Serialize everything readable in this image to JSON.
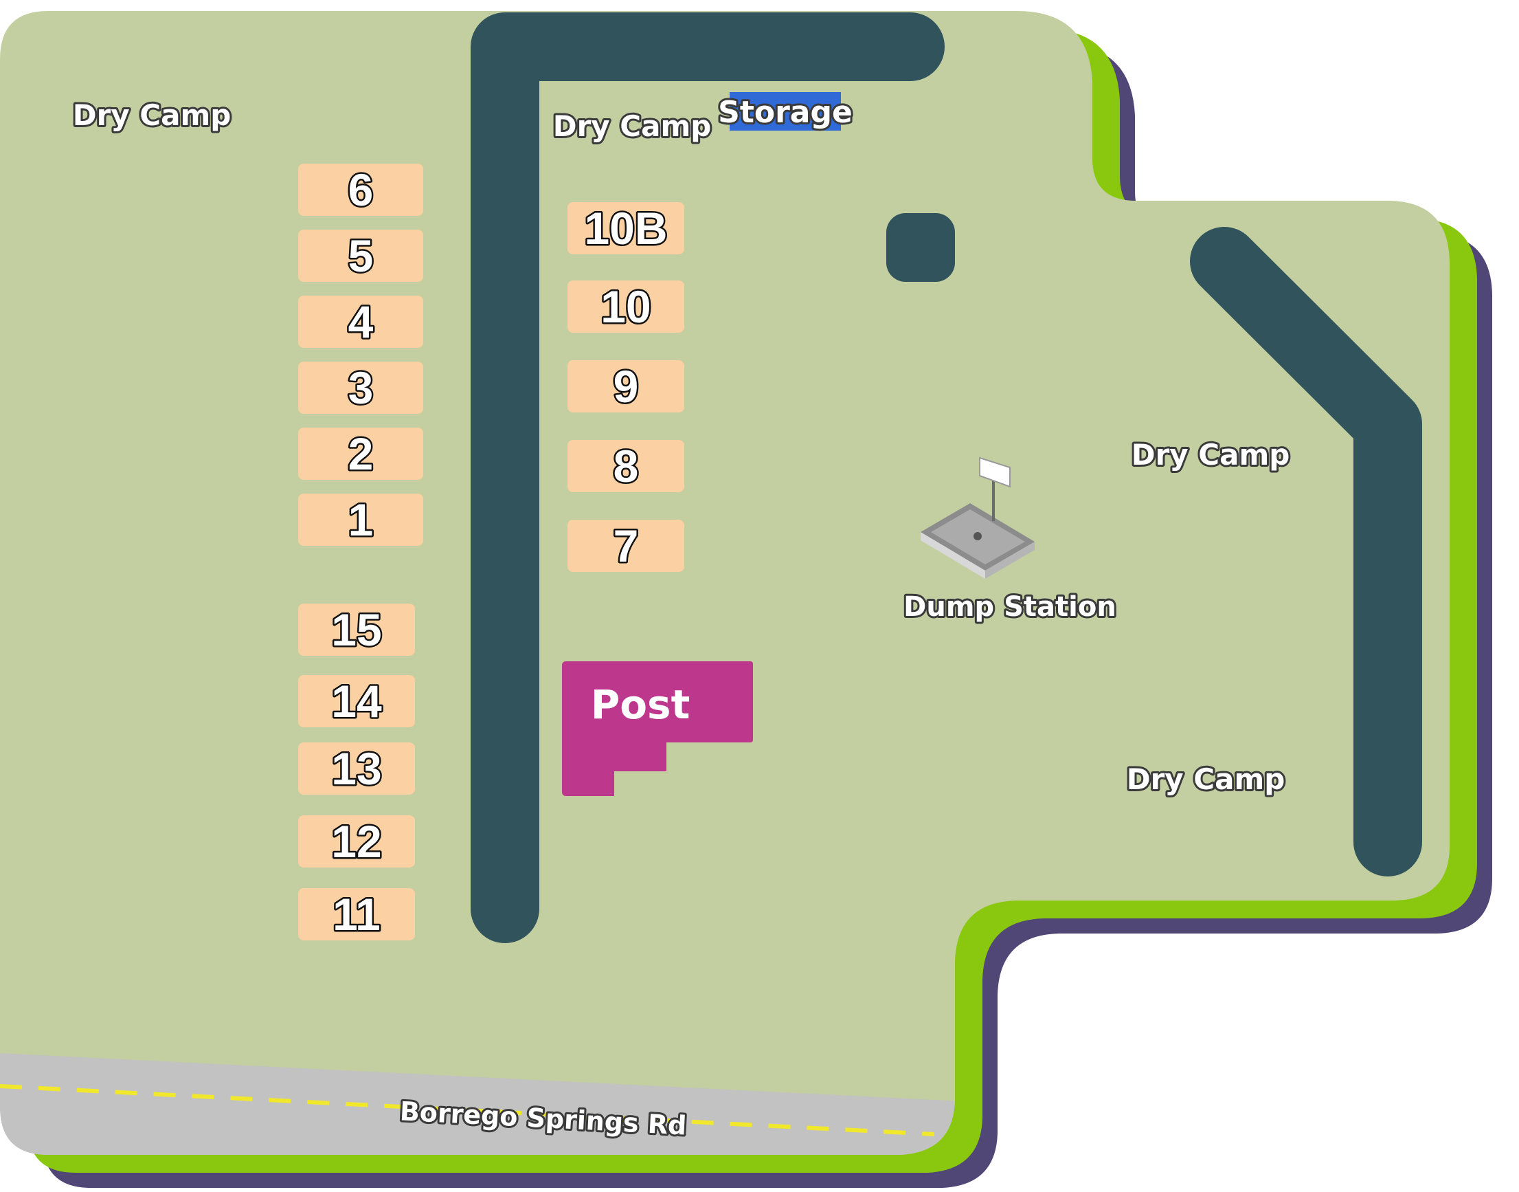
{
  "colors": {
    "ground": "#c3cfa1",
    "border_green": "#8ac80f",
    "border_purple": "#514776",
    "road": "#31535b",
    "site": "#fbd0a3",
    "post": "#bd378d",
    "storage": "#2f6ad6",
    "highway": "#c2c2c2",
    "center_line": "#f2e82b"
  },
  "labels": {
    "dry_camp_nw": "Dry Camp",
    "dry_camp_n": "Dry Camp",
    "dry_camp_e": "Dry Camp",
    "dry_camp_se": "Dry Camp",
    "storage": "Storage",
    "dump_station": "Dump Station",
    "post": "Post",
    "road": "Borrego Springs Rd"
  },
  "sites": {
    "column_left_upper": [
      "6",
      "5",
      "4",
      "3",
      "2",
      "1"
    ],
    "column_left_lower": [
      "15",
      "14",
      "13",
      "12",
      "11"
    ],
    "column_center": [
      "10B",
      "10",
      "9",
      "8",
      "7"
    ]
  },
  "icons": {
    "dump_station": "dump-station-flag-icon"
  }
}
